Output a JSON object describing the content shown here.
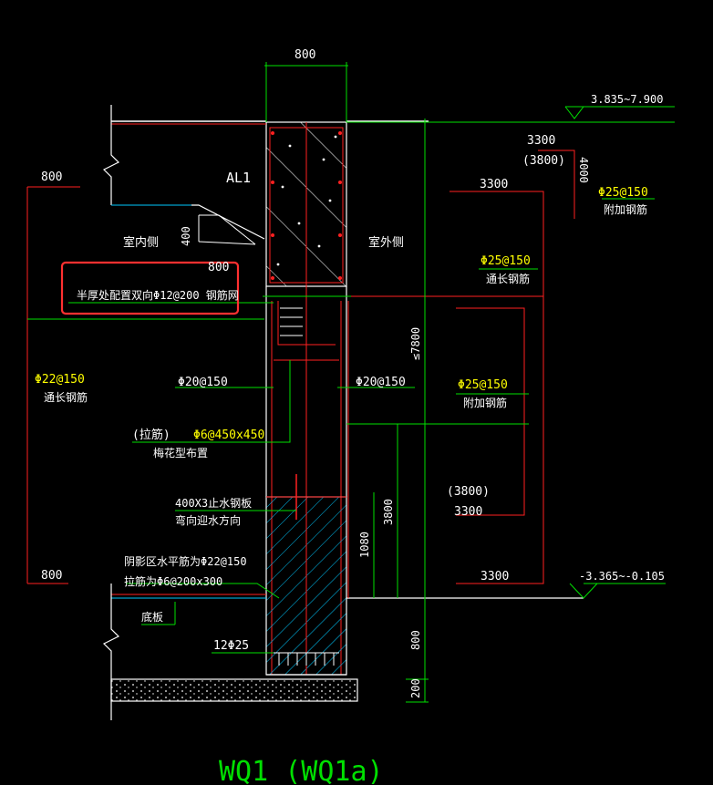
{
  "colors": {
    "background": "#000000",
    "white": "#ffffff",
    "red": "#ff2020",
    "green": "#00e000",
    "yellow": "#ffff00",
    "cyan": "#00c8ff",
    "highlight_box": "#ff3030"
  },
  "drawing": {
    "title": "WQ1 (WQ1a)",
    "dim_top_800": "800",
    "label_AL1": "AL1",
    "label_indoor": "室内侧",
    "label_outdoor": "室外侧",
    "dim_400": "400",
    "dim_800_small": "800",
    "note_half_thickness": "半厚处配置双向Φ12@200 钢筋网",
    "dim_left_800_top": "800",
    "dim_left_800_bottom": "800",
    "left_rebar": "Φ22@150",
    "left_rebar_note": "通长钢筋",
    "inner_rebar": "Φ20@150",
    "outer_rebar": "Φ20@150",
    "tie_prefix": "(拉筋)",
    "tie_rebar": "Φ6@450x450",
    "tie_note": "梅花型布置",
    "waterstop": "400X3止水钢板",
    "waterstop_note": "弯向迎水方向",
    "shade_note_1": "阴影区水平筋为Φ22@150",
    "shade_note_2": "拉筋为Φ6@200x300",
    "slab_label": "底板",
    "bottom_bars": "12Φ25",
    "elev_top": "3.835~7.900",
    "elev_bottom": "-3.365~-0.105",
    "dim_3300_a": "3300",
    "dim_3800_a": "(3800)",
    "dim_4000": "4000",
    "dim_3300_b": "3300",
    "add_rebar_top": "Φ25@150",
    "add_rebar_top_note": "附加钢筋",
    "through_rebar_right": "Φ25@150",
    "through_rebar_right_note": "通长钢筋",
    "add_rebar_mid": "Φ25@150",
    "add_rebar_mid_note": "附加钢筋",
    "dim_7800": "≤7800",
    "dim_3800_b": "(3800)",
    "dim_3300_c": "3300",
    "dim_3800_v": "3800",
    "dim_1080": "1080",
    "dim_3300_d": "3300",
    "dim_800_v": "800",
    "dim_200_v": "200"
  }
}
